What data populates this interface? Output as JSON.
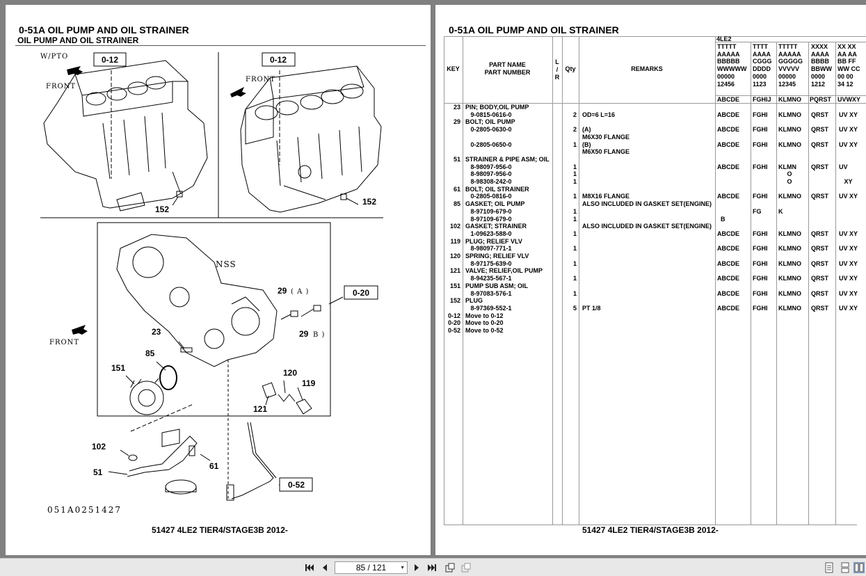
{
  "left_page": {
    "title": "0-51A  OIL PUMP AND OIL STRAINER",
    "subtitle": "OIL PUMP AND OIL STRAINER",
    "footer": "51427 4LE2 TIER4/STAGE3B 2012-",
    "diagram_id": "051A0251427",
    "callouts": {
      "ref_012_left": "0-12",
      "ref_012_right": "0-12",
      "ref_020": "0-20",
      "ref_052": "0-52",
      "n152_left": "152",
      "n152_right": "152",
      "n29a": "29",
      "n29a_suffix": "( A )",
      "n29b": "29",
      "n29b_suffix": "B )",
      "n23": "23",
      "n85": "85",
      "n151": "151",
      "n120": "120",
      "n119": "119",
      "n121": "121",
      "n102": "102",
      "n61": "61",
      "n51": "51"
    },
    "labels": {
      "wpto": "W/PTO",
      "front_1": "FRONT",
      "front_2": "FRONT",
      "front_3": "FRONT",
      "nss": "NSS"
    }
  },
  "right_page": {
    "title": "0-51A  OIL PUMP AND OIL STRAINER",
    "footer": "51427 4LE2 TIER4/STAGE3B 2012-",
    "headers": {
      "key": "KEY",
      "part_name": "PART NAME",
      "part_number": "PART NUMBER",
      "lr": "L\n/\nR",
      "qty": "Qty",
      "remarks": "REMARKS",
      "model": "4LE2"
    },
    "model_columns": [
      {
        "code": "TTTTT\nAAAAA\nBBBBB\nWWWWW\n00000\n12456",
        "sub": "ABCDE"
      },
      {
        "code": "TTTT\nAAAA\nCGGG\nDDDD\n0000\n1123",
        "sub": "FGHIJ"
      },
      {
        "code": "TTTTT\nAAAAA\nGGGGG\nVVVVV\n00000\n12345",
        "sub": "KLMNO"
      },
      {
        "code": "XXXX\nAAAA\nBBBB\nBBWW\n0000\n1212",
        "sub": "PQRST"
      },
      {
        "code": "XX XX\nAA AA\nBB FF\nWW CC\n00 00\n34 12",
        "sub": "UVWXY"
      }
    ],
    "col_key": "23\n\n29\n\n\n\n\n51\n\n\n\n61\n\n85\n\n\n102\n\n119\n\n120\n\n121\n\n151\n\n152\n\n0-12\n0-20\n0-52",
    "col_name": "PIN; BODY,OIL PUMP\n   9-0815-0616-0\nBOLT; OIL PUMP\n   0-2805-0630-0\n\n   0-2805-0650-0\n\nSTRAINER & PIPE ASM; OIL\n   8-98097-956-0\n   8-98097-956-0\n   8-98308-242-0\nBOLT; OIL STRAINER\n   0-2805-0816-0\nGASKET; OIL PUMP\n   8-97109-679-0\n   8-97109-679-0\nGASKET; STRAINER\n   1-09623-588-0\nPLUG; RELIEF VLV\n   8-98097-771-1\nSPRING; RELIEF VLV\n   8-97175-639-0\nVALVE; RELIEF,OIL PUMP\n   8-94235-567-1\nPUMP SUB ASM; OIL\n   8-97083-576-1\nPLUG\n   8-97369-552-1\nMove to 0-12\nMove to 0-20\nMove to 0-52",
    "col_qty": "\n2\n\n2\n\n1\n\n\n1\n1\n1\n\n1\n\n1\n1\n\n1\n\n1\n\n1\n\n1\n\n1\n\n5",
    "col_remarks": "\nOD=6 L=16\n\n(A)\nM6X30 FLANGE\n(B)\nM6X50 FLANGE\n\n\n\n\n\nM8X16 FLANGE\nALSO INCLUDED IN GASKET SET(ENGINE)\n\n\nALSO INCLUDED IN GASKET SET(ENGINE)\n\n\n\n\n\n\n\n\n\n\nPT 1/8",
    "col_m1": "\nABCDE\n\nABCDE\n\nABCDE\n\n\nABCDE\n\n\n\nABCDE\n\n\n  B\n\nABCDE\n\nABCDE\n\nABCDE\n\nABCDE\n\nABCDE\n\nABCDE",
    "col_m2": "\nFGHI\n\nFGHI\n\nFGHI\n\n\nFGHI\n\n\n\nFGHI\n\nFG\n\n\nFGHI\n\nFGHI\n\nFGHI\n\nFGHI\n\nFGHI\n\nFGHI",
    "col_m3": "\nKLMNO\n\nKLMNO\n\nKLMNO\n\n\nKLMN\n     O\n     O\n\nKLMNO\n\nK\n\n\nKLMNO\n\nKLMNO\n\nKLMNO\n\nKLMNO\n\nKLMNO\n\nKLMNO",
    "col_m4": "\nQRST\n\nQRST\n\nQRST\n\n\nQRST\n\n\n\nQRST\n\n\n\n\nQRST\n\nQRST\n\nQRST\n\nQRST\n\nQRST\n\nQRST",
    "col_m5": "\nUV XY\n\nUV XY\n\nUV XY\n\n\nUV\n\n   XY\n\nUV XY\n\n\n\n\nUV XY\n\nUV XY\n\nUV XY\n\nUV XY\n\nUV XY\n\nUV XY"
  },
  "toolbar": {
    "page_indicator": "85 / 121",
    "icons": [
      "first-page-icon",
      "prev-page-icon",
      "next-page-icon",
      "last-page-icon",
      "rotate-icon",
      "copy-icon",
      "single-page-icon",
      "continuous-page-icon",
      "two-page-icon"
    ]
  }
}
